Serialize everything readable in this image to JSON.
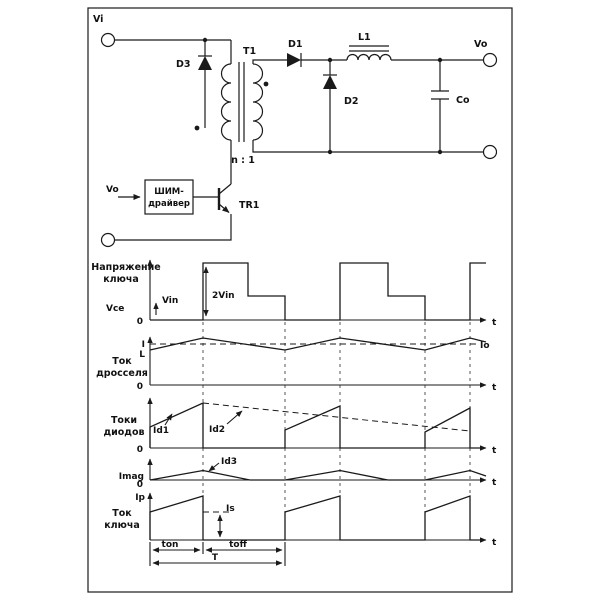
{
  "colors": {
    "ink": "#1a1a1a",
    "bg": "#ffffff"
  },
  "circuit": {
    "vi": "Vi",
    "vo": "Vo",
    "t1": "T1",
    "d1": "D1",
    "d2": "D2",
    "d3": "D3",
    "l1": "L1",
    "co": "Co",
    "ratio": "n : 1",
    "tr1": "TR1",
    "driver": {
      "line1": "ШИМ-",
      "line2": "драйвер",
      "input": "Vo"
    }
  },
  "waveforms": {
    "switch_voltage": {
      "label1": "Напряжение",
      "label2": "ключа",
      "axis": "Vce",
      "vin": "Vin",
      "vin2": "2Vin",
      "zero": "0",
      "t": "t"
    },
    "inductor_current": {
      "label1": "Ток",
      "label2": "дросселя",
      "axis1": "I",
      "axis2": "L",
      "io": "Io",
      "zero": "0",
      "t": "t"
    },
    "diode_currents": {
      "label1": "Токи",
      "label2": "диодов",
      "id1": "Id1",
      "id2": "Id2",
      "zero": "0",
      "t": "t"
    },
    "magnetizing_current": {
      "axis": "Imag",
      "id3": "Id3",
      "zero": "0",
      "t": "t"
    },
    "switch_current": {
      "label1": "Ток",
      "label2": "ключа",
      "axis": "Ip",
      "is": "Is",
      "ton": "ton",
      "toff": "toff",
      "period": "T",
      "t": "t"
    }
  }
}
